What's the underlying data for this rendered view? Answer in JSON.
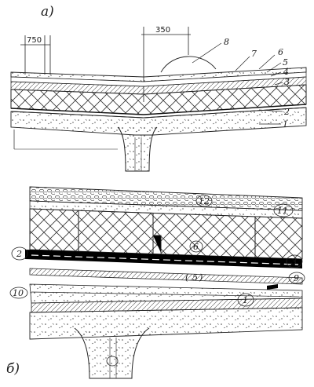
{
  "figure_a": {
    "label": "а)",
    "dimensions": {
      "span": "750",
      "width": "350"
    },
    "callouts": [
      "8",
      "7",
      "6",
      "5",
      "4",
      "3",
      "2",
      "1"
    ]
  },
  "figure_b": {
    "label": "б)",
    "callouts": [
      "12",
      "11",
      "6",
      "2",
      "3",
      "9",
      "5",
      "10",
      "1"
    ]
  },
  "colors": {
    "ink": "#1a1a1a",
    "paper": "#ffffff",
    "membrane": "#000000"
  }
}
